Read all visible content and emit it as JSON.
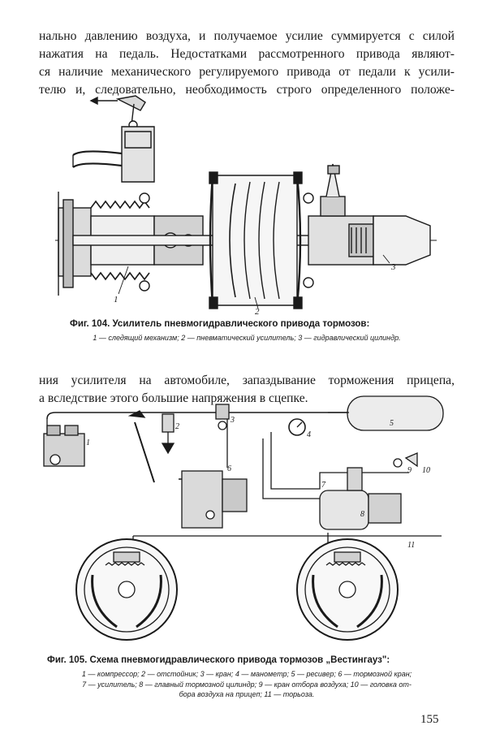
{
  "text_top": [
    "нально давлению воздуха, и получаемое усилие суммируется с силой",
    "нажатия на педаль. Недостатками рассмотренного привода являют-",
    "ся наличие механического регулируемого привода от педали к усили-",
    "телю и, следовательно, необходимость строго определенного положе-"
  ],
  "fig104": {
    "title": "Фиг. 104. Усилитель пневмогидравлического привода тормозов:",
    "legend": "1 — следящий механизм; 2 — пневматический усилитель; 3 — гидравлический цилиндр.",
    "labels": [
      "1",
      "2",
      "3"
    ]
  },
  "text_middle": [
    "ния усилителя на автомобиле, запаздывание торможения прицепа,",
    "а вследствие этого большие напряжения в сцепке."
  ],
  "fig105": {
    "title": "Фиг. 105. Схема пневмогидравлического привода тормозов „Вестингауз\":",
    "legend": [
      "1 — компрессор; 2 — отстойник; 3 — кран; 4 — манометр; 5 — ресивер; 6 — тормозной кран;",
      "7 — усилитель; 8 — главный тормозной цилиндр; 9 — кран отбора воздуха; 10 — головка от-",
      "бора воздуха на прицеп; 11 — торьоза."
    ],
    "labels": [
      "1",
      "2",
      "3",
      "4",
      "5",
      "6",
      "7",
      "8",
      "9",
      "10",
      "11"
    ]
  },
  "page_number": "155"
}
